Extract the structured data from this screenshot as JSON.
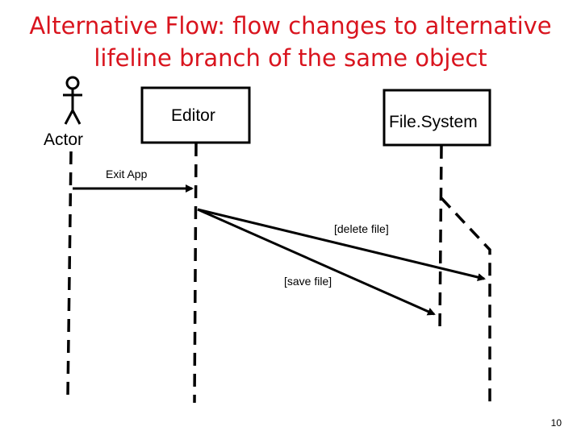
{
  "slide": {
    "title_line1": "Alternative Flow: flow changes to alternative",
    "title_line2": "lifeline branch of the same object",
    "title_color": "#d9141e",
    "page_number": "10"
  },
  "diagram": {
    "actor_label": "Actor",
    "objects": [
      {
        "id": "editor",
        "label": "Editor"
      },
      {
        "id": "filesystem",
        "label": "File.System"
      }
    ],
    "messages": [
      {
        "id": "exit-app",
        "label": "Exit App",
        "from": "Actor",
        "to": "Editor"
      },
      {
        "id": "delete-file",
        "label": "[delete file]",
        "from": "Editor",
        "to": "File.System (alternative branch)"
      },
      {
        "id": "save-file",
        "label": "[save file]",
        "from": "Editor",
        "to": "File.System"
      }
    ],
    "line_color": "#000000"
  }
}
